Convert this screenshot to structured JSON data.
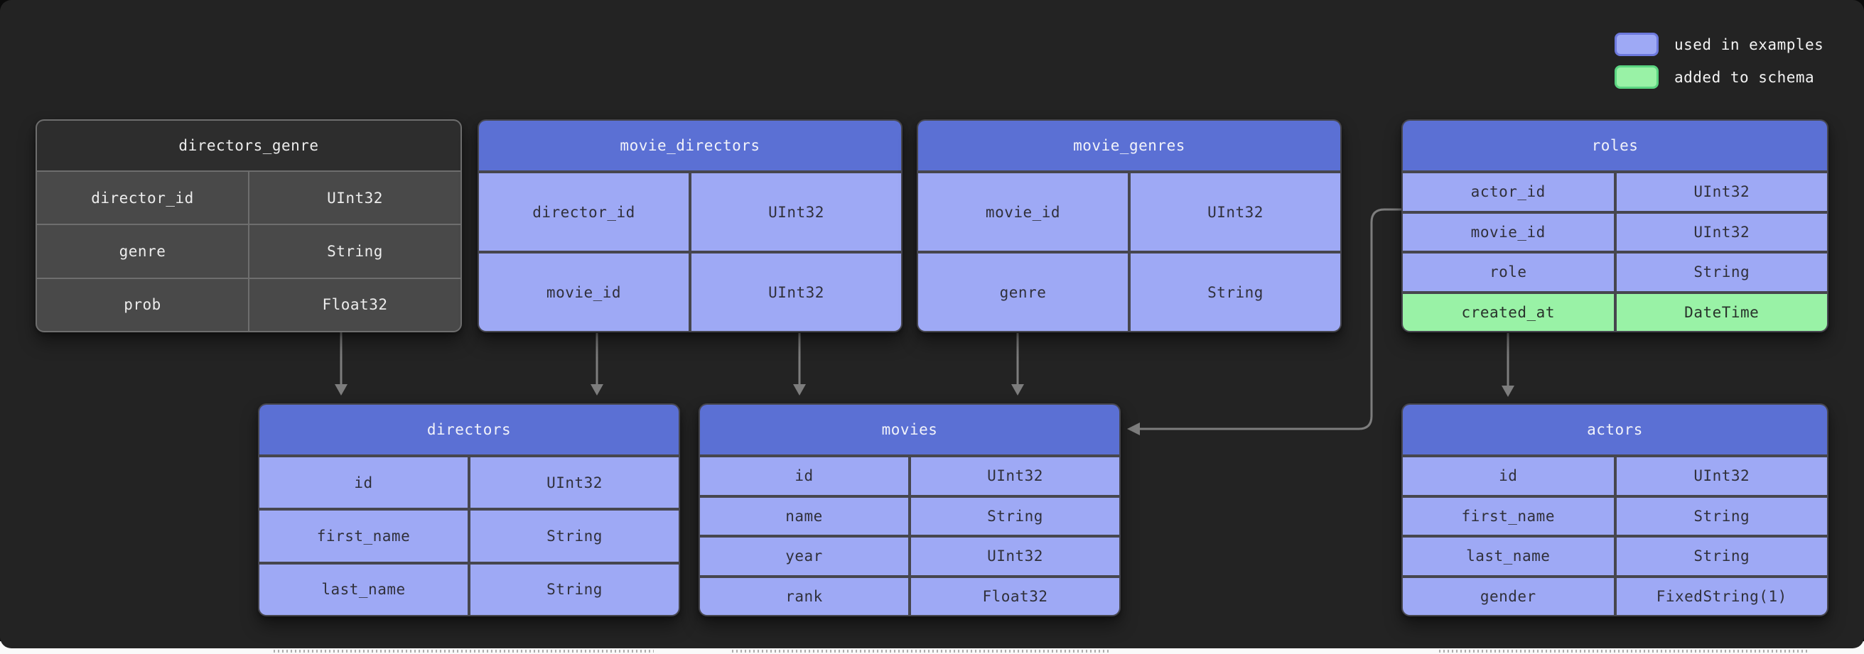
{
  "legend": {
    "items": [
      {
        "label": "used in examples",
        "color": "#9ea9f5"
      },
      {
        "label": "added to schema",
        "color": "#99f2a6"
      }
    ]
  },
  "tables": {
    "directors_genre": {
      "title": "directors_genre",
      "style": "plain",
      "fields": [
        {
          "name": "director_id",
          "type": "UInt32"
        },
        {
          "name": "genre",
          "type": "String"
        },
        {
          "name": "prob",
          "type": "Float32"
        }
      ]
    },
    "movie_directors": {
      "title": "movie_directors",
      "style": "used-in-examples",
      "fields": [
        {
          "name": "director_id",
          "type": "UInt32"
        },
        {
          "name": "movie_id",
          "type": "UInt32"
        }
      ]
    },
    "movie_genres": {
      "title": "movie_genres",
      "style": "used-in-examples",
      "fields": [
        {
          "name": "movie_id",
          "type": "UInt32"
        },
        {
          "name": "genre",
          "type": "String"
        }
      ]
    },
    "roles": {
      "title": "roles",
      "style": "used-in-examples",
      "fields": [
        {
          "name": "actor_id",
          "type": "UInt32"
        },
        {
          "name": "movie_id",
          "type": "UInt32"
        },
        {
          "name": "role",
          "type": "String"
        },
        {
          "name": "created_at",
          "type": "DateTime",
          "added_to_schema": true
        }
      ]
    },
    "directors": {
      "title": "directors",
      "style": "used-in-examples",
      "fields": [
        {
          "name": "id",
          "type": "UInt32"
        },
        {
          "name": "first_name",
          "type": "String"
        },
        {
          "name": "last_name",
          "type": "String"
        }
      ]
    },
    "movies": {
      "title": "movies",
      "style": "used-in-examples",
      "fields": [
        {
          "name": "id",
          "type": "UInt32"
        },
        {
          "name": "name",
          "type": "String"
        },
        {
          "name": "year",
          "type": "UInt32"
        },
        {
          "name": "rank",
          "type": "Float32"
        }
      ]
    },
    "actors": {
      "title": "actors",
      "style": "used-in-examples",
      "fields": [
        {
          "name": "id",
          "type": "UInt32"
        },
        {
          "name": "first_name",
          "type": "String"
        },
        {
          "name": "last_name",
          "type": "String"
        },
        {
          "name": "gender",
          "type": "FixedString(1)"
        }
      ]
    }
  },
  "relations": [
    {
      "from": "directors_genre",
      "to": "directors"
    },
    {
      "from": "movie_directors.director_id",
      "to": "directors"
    },
    {
      "from": "movie_directors.movie_id",
      "to": "movies"
    },
    {
      "from": "movie_genres",
      "to": "movies"
    },
    {
      "from": "roles.movie_id",
      "to": "movies"
    },
    {
      "from": "roles.actor_id",
      "to": "actors"
    }
  ],
  "colors": {
    "panel_background": "#232323",
    "used_in_examples_row": "#9ea9f5",
    "added_to_schema_row": "#99f2a6",
    "table_header_blue": "#5b70d4",
    "plain_header": "#2d2d2d",
    "plain_row": "#494949",
    "arrow": "#7d7d7d"
  }
}
